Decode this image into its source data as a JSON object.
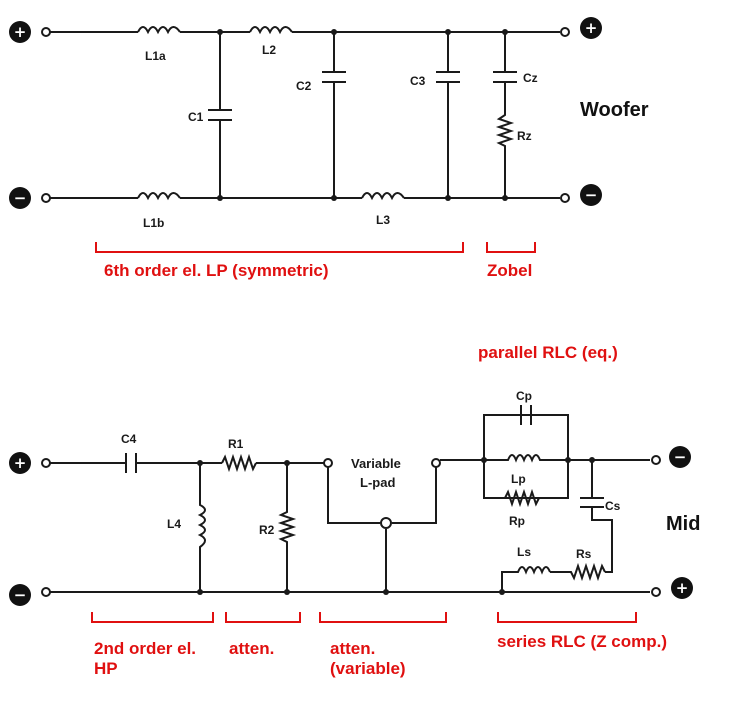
{
  "colors": {
    "wire": "#1a1a1a",
    "annotation": "#e01010"
  },
  "woofer": {
    "title": "Woofer",
    "terminal_plus": "+",
    "terminal_minus": "−",
    "out_plus": "+",
    "out_minus": "−",
    "components": {
      "L1a": "L1a",
      "L1b": "L1b",
      "L2": "L2",
      "L3": "L3",
      "C1": "C1",
      "C2": "C2",
      "C3": "C3",
      "Cz": "Cz",
      "Rz": "Rz"
    },
    "brackets": {
      "lp": "6th order el.  LP (symmetric)",
      "zobel": "Zobel"
    }
  },
  "midrange": {
    "title": "Mid",
    "terminal_plus": "+",
    "terminal_minus": "−",
    "out_minus": "−",
    "out_plus": "+",
    "lpad_line1": "Variable",
    "lpad_line2": "L-pad",
    "components": {
      "C4": "C4",
      "L4": "L4",
      "R1": "R1",
      "R2": "R2",
      "Cp": "Cp",
      "Lp": "Lp",
      "Rp": "Rp",
      "Cs": "Cs",
      "Ls": "Ls",
      "Rs": "Rs"
    },
    "parallel_label": "parallel RLC (eq.)",
    "brackets": {
      "hp_line1": "2nd order el.",
      "hp_line2": "HP",
      "atten": "atten.",
      "atten_var_line1": "atten.",
      "atten_var_line2": "(variable)",
      "series": "series RLC (Z comp.)"
    }
  }
}
